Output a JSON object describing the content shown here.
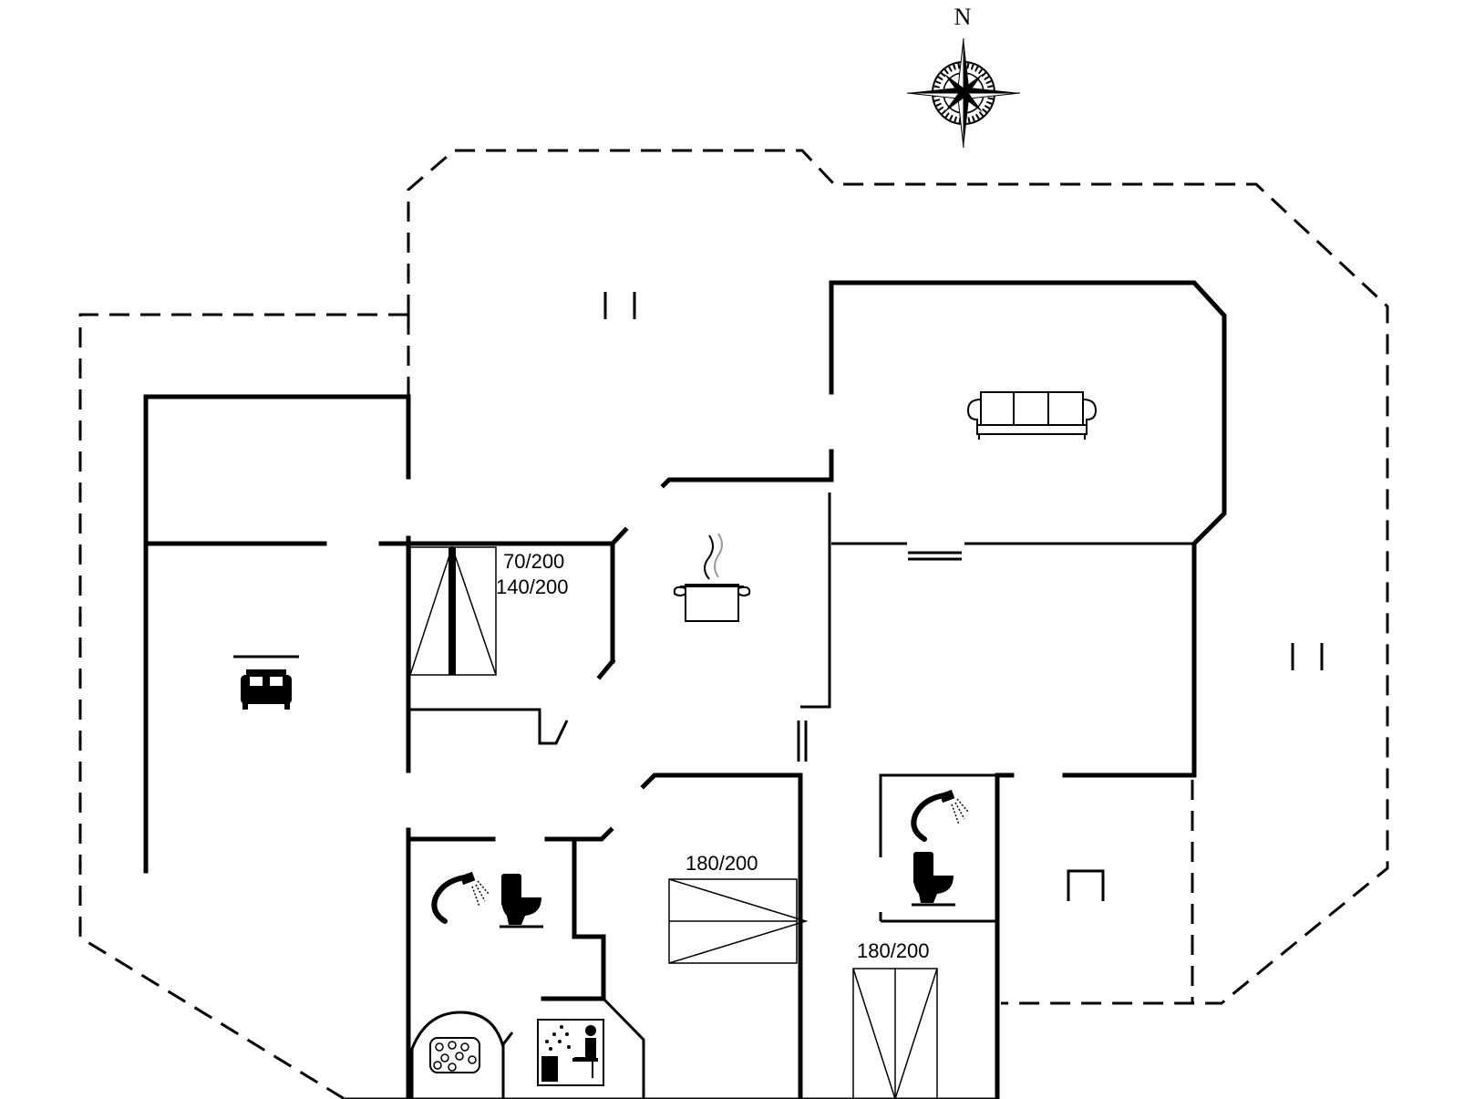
{
  "compass": {
    "north_label": "N",
    "icon": "compass-rose-icon"
  },
  "beds": {
    "bunk_top": "70/200",
    "bunk_bottom": "140/200",
    "double_bed_1": "180/200",
    "double_bed_2": "180/200"
  },
  "icons": [
    "sofa-icon",
    "cooking-pot-icon",
    "bed-icon",
    "shower-icon",
    "toilet-icon",
    "whirlpool-icon",
    "sauna-icon",
    "door-marker-icon"
  ]
}
